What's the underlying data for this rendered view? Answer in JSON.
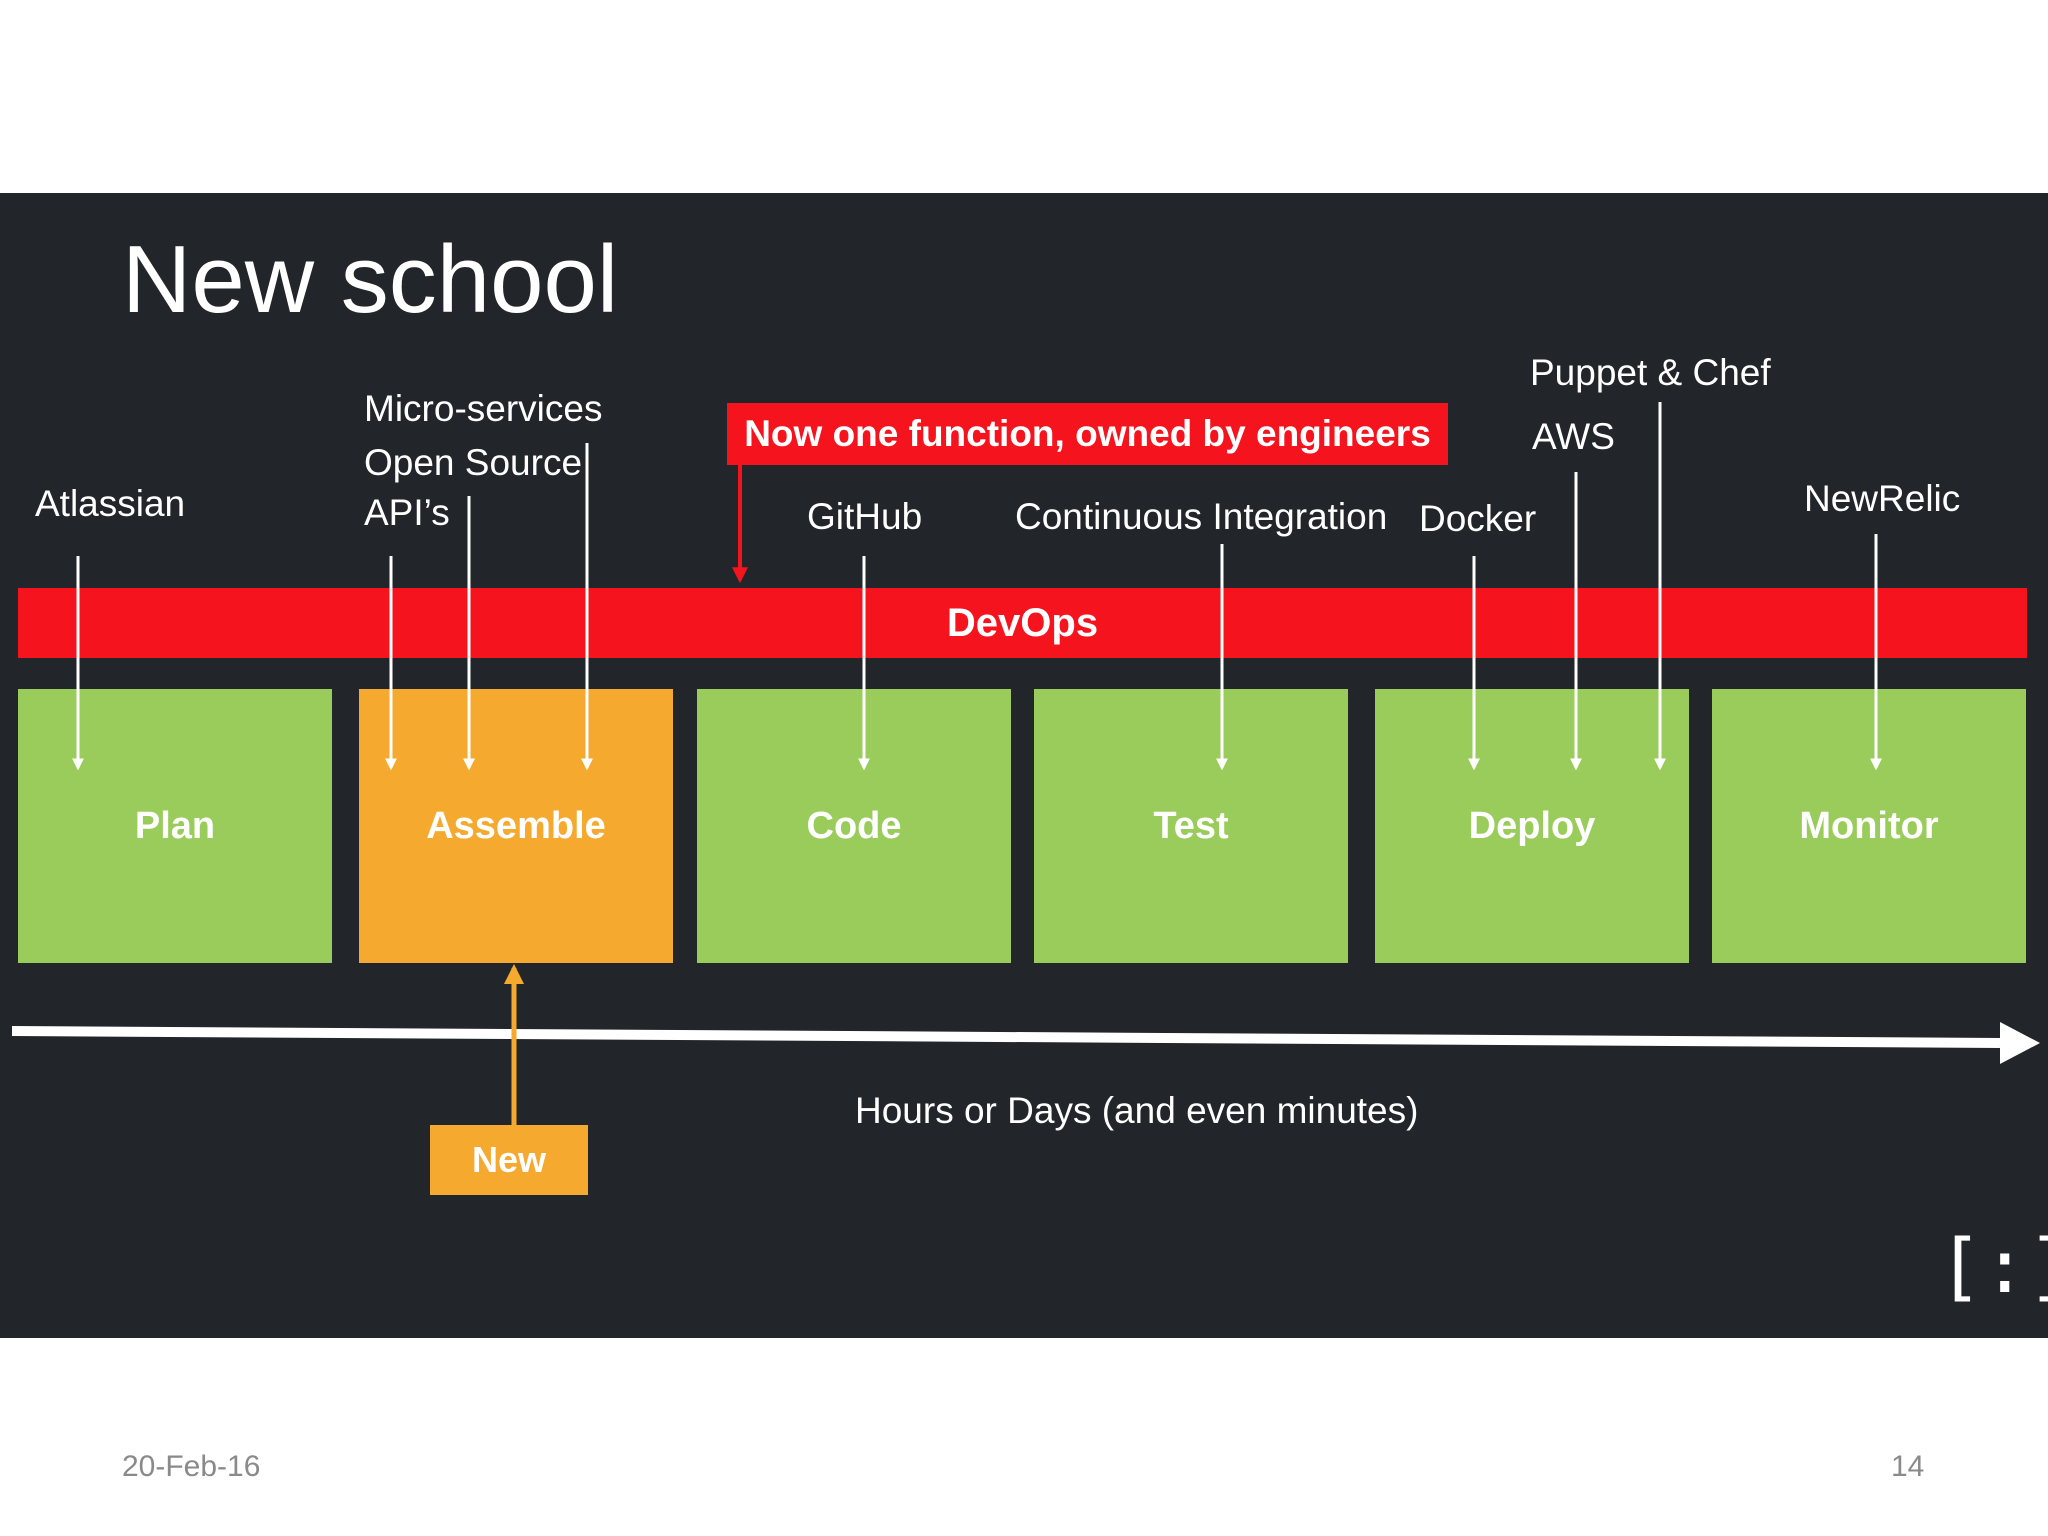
{
  "title": "New school",
  "callout": "Now one function, owned by engineers",
  "band": "DevOps",
  "tools": {
    "atlassian": "Atlassian",
    "micro_services": "Micro-services",
    "open_source": "Open Source",
    "apis": "API’s",
    "github": "GitHub",
    "ci": "Continuous Integration",
    "docker": "Docker",
    "aws": "AWS",
    "puppet_chef": "Puppet & Chef",
    "newrelic": "NewRelic"
  },
  "stages": [
    "Plan",
    "Assemble",
    "Code",
    "Test",
    "Deploy",
    "Monitor"
  ],
  "new_label": "New",
  "timeline_label": "Hours or Days (and even minutes)",
  "logo_text": "[:]",
  "footer": {
    "date": "20-Feb-16",
    "page": "14"
  },
  "colors": {
    "panel": "#22262a",
    "red": "#f5141e",
    "green": "#9acc5c",
    "orange": "#f5aa2f"
  }
}
